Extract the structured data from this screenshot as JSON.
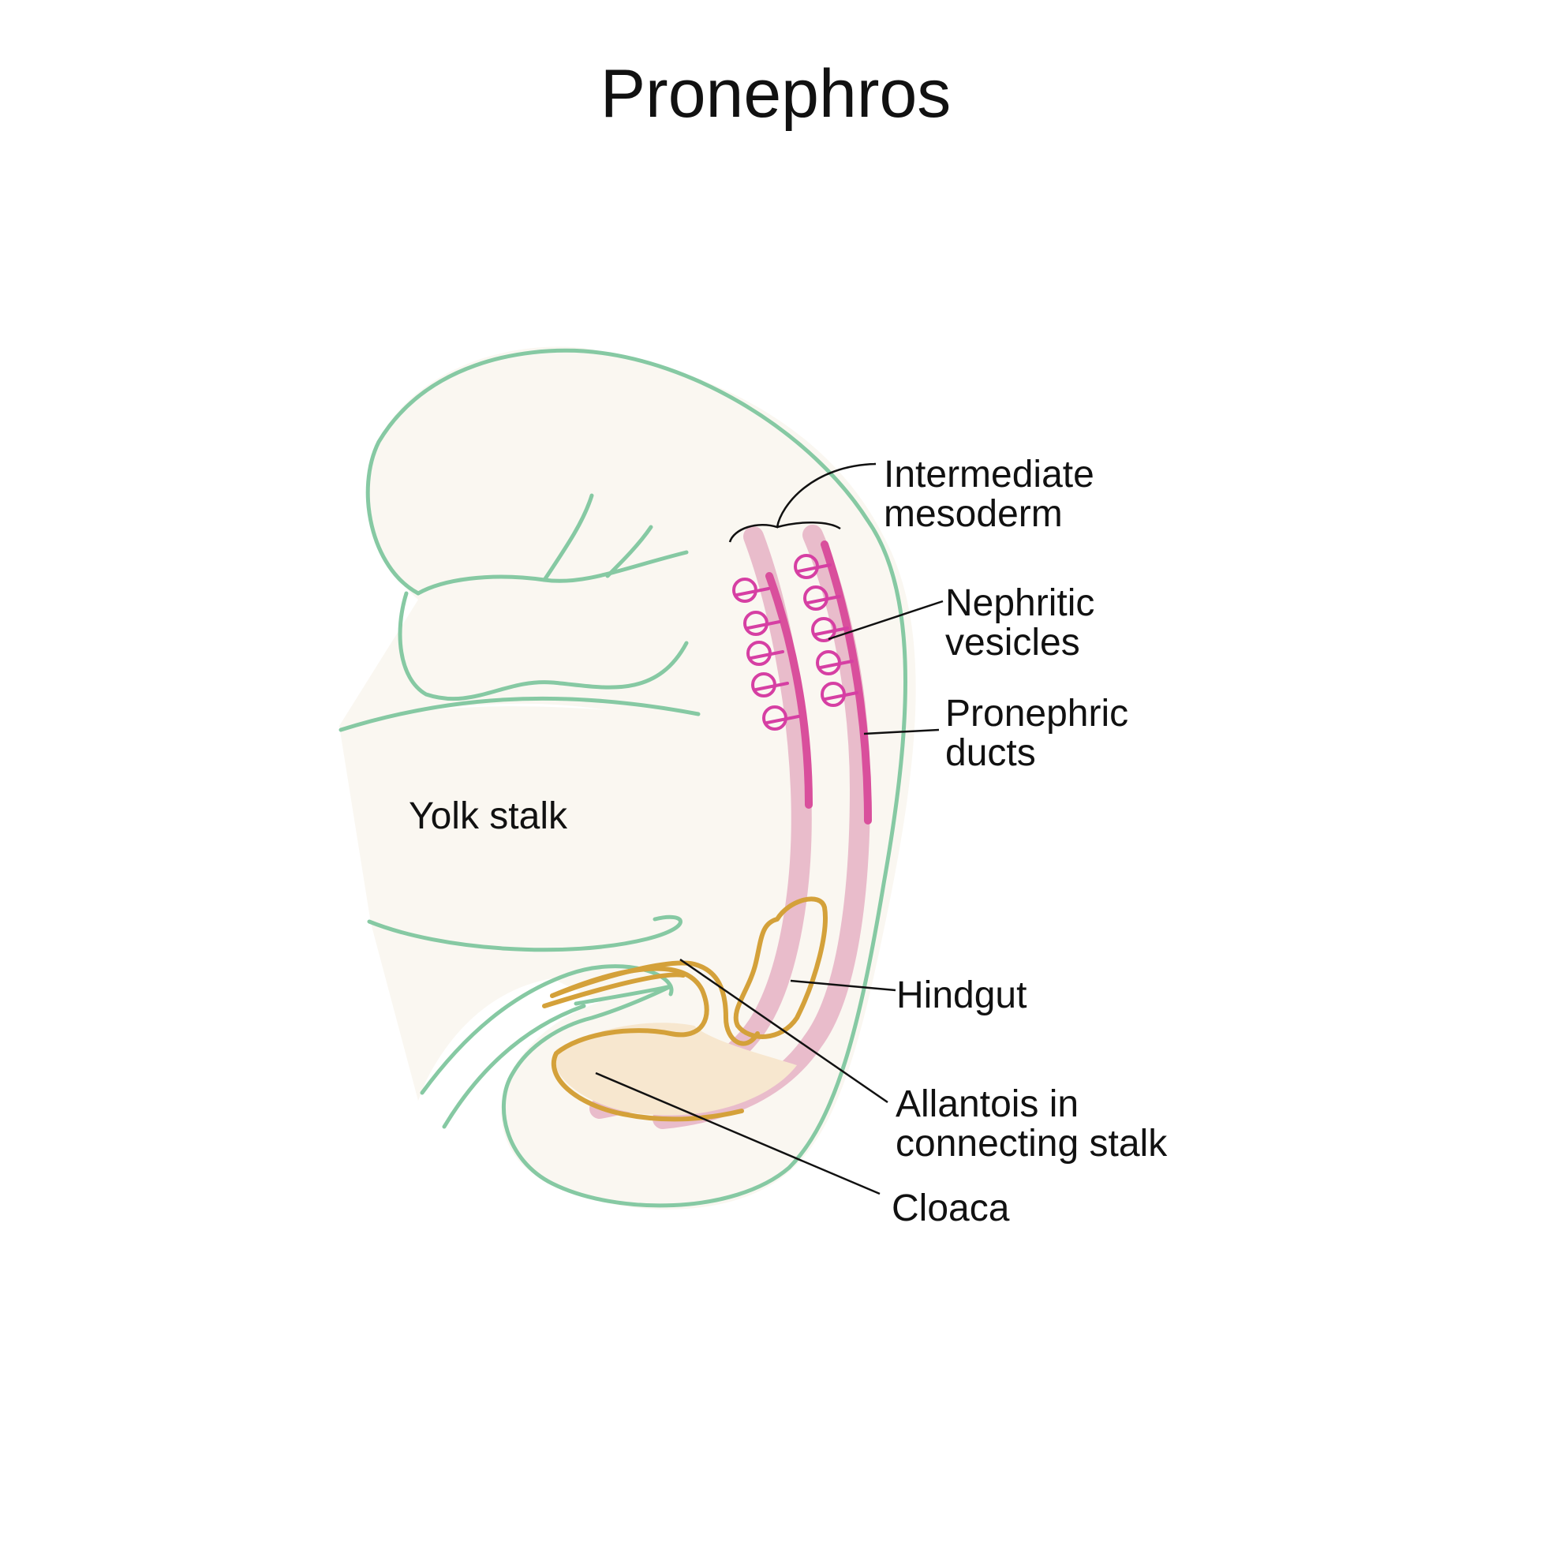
{
  "title": "Pronephros",
  "labels": {
    "intermediate_mesoderm": [
      "Intermediate",
      "mesoderm"
    ],
    "nephritic_vesicles": [
      "Nephritic",
      "vesicles"
    ],
    "pronephric_ducts": [
      "Pronephric",
      "ducts"
    ],
    "yolk_stalk": "Yolk stalk",
    "hindgut": "Hindgut",
    "allantois": [
      "Allantois in",
      "connecting stalk"
    ],
    "cloaca": "Cloaca"
  },
  "colors": {
    "embryo_fill": "#faf7f1",
    "embryo_outline": "#86c9a3",
    "mesoderm_band": "#e9bccb",
    "duct": "#d94f9c",
    "vesicle": "#d63fa3",
    "gut_outline": "#d4a13a",
    "gut_fill": "#f7e7cf",
    "text": "#111111"
  }
}
